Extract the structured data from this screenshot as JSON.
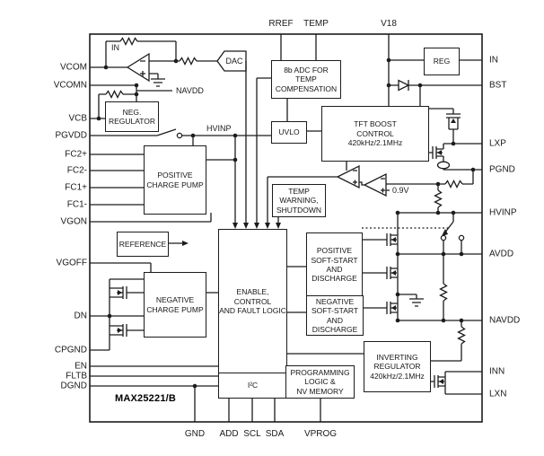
{
  "chip": {
    "part_number": "MAX25221/B"
  },
  "pins": {
    "left": [
      "VCOM",
      "VCOMN",
      "VCB",
      "PGVDD",
      "FC2+",
      "FC2-",
      "FC1+",
      "FC1-",
      "VGON",
      "VGOFF",
      "DN",
      "CPGND",
      "EN",
      "FLTB",
      "DGND"
    ],
    "right": [
      "IN",
      "BST",
      "LXP",
      "PGND",
      "HVINP",
      "AVDD",
      "NAVDD",
      "INN",
      "LXN"
    ],
    "top": [
      "RREF",
      "TEMP",
      "V18"
    ],
    "bottom": [
      "GND",
      "ADD",
      "SCL",
      "SDA",
      "VPROG"
    ]
  },
  "blocks": {
    "neg_regulator": {
      "label": "NEG.\nREGULATOR"
    },
    "pos_charge_pump": {
      "label": "POSITIVE\nCHARGE PUMP"
    },
    "reference": {
      "label": "REFERENCE"
    },
    "neg_charge_pump": {
      "label": "NEGATIVE\nCHARGE PUMP"
    },
    "enable_logic": {
      "label": "ENABLE, CONTROL\nAND FAULT LOGIC"
    },
    "i2c": {
      "label": "I²C"
    },
    "adc": {
      "label": "8b ADC FOR\nTEMP\nCOMPENSATION"
    },
    "uvlo": {
      "label": "UVLO"
    },
    "temp_warning": {
      "label": "TEMP\nWARNING,\nSHUTDOWN"
    },
    "tft_boost": {
      "label": "TFT BOOST\nCONTROL\n420kHz/2.1MHz"
    },
    "reg": {
      "label": "REG"
    },
    "pos_soft_start": {
      "label": "POSITIVE\nSOFT-START\nAND\nDISCHARGE"
    },
    "neg_soft_start": {
      "label": "NEGATIVE\nSOFT-START\nAND\nDISCHARGE"
    },
    "programming": {
      "label": "PROGRAMMING\nLOGIC &\nNV MEMORY"
    },
    "inverting_regulator": {
      "label": "INVERTING\nREGULATOR\n420kHz/2.1MHz"
    },
    "dac": {
      "label": "DAC"
    }
  },
  "annotations": {
    "opamp_in": "IN",
    "navdd_internal": "NAVDD",
    "hvinp_internal": "HVINP",
    "comparator_ref": "0.9V"
  },
  "colors": {
    "line": "#1c1c1c",
    "text": "#1a1a1a",
    "background": "#ffffff"
  }
}
